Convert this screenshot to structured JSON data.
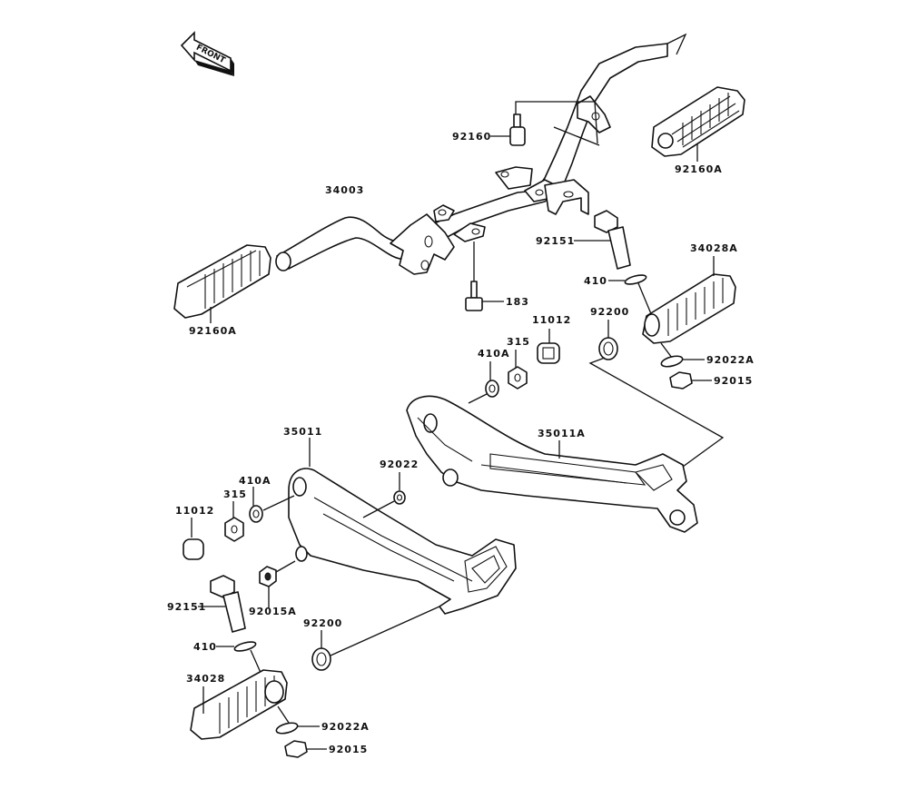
{
  "diagram": {
    "type": "exploded parts diagram",
    "subject": "Footrests",
    "orientation_badge": "FRONT"
  },
  "parts": [
    {
      "id": "92160",
      "name": "stopper-bolt"
    },
    {
      "id": "92160A",
      "name": "footpeg-rubber-front-right"
    },
    {
      "id": "34003",
      "name": "footrest-bracket-front"
    },
    {
      "id": "92160A",
      "name": "footpeg-rubber-front-left"
    },
    {
      "id": "183",
      "name": "bolt"
    },
    {
      "id": "92151",
      "name": "bolt-right"
    },
    {
      "id": "410",
      "name": "washer-right"
    },
    {
      "id": "34028A",
      "name": "footpeg-rear-right"
    },
    {
      "id": "92200",
      "name": "washer-large-right"
    },
    {
      "id": "11012",
      "name": "cap-right"
    },
    {
      "id": "315",
      "name": "nut-right"
    },
    {
      "id": "410A",
      "name": "washer-a-right"
    },
    {
      "id": "92022A",
      "name": "washer-pin-right"
    },
    {
      "id": "92015",
      "name": "nut-pin-right"
    },
    {
      "id": "35011A",
      "name": "bracket-rear-right"
    },
    {
      "id": "35011",
      "name": "bracket-rear-left"
    },
    {
      "id": "92022",
      "name": "washer-left"
    },
    {
      "id": "410A",
      "name": "washer-a-left"
    },
    {
      "id": "315",
      "name": "nut-left"
    },
    {
      "id": "11012",
      "name": "cap-left"
    },
    {
      "id": "92015A",
      "name": "nut-a-left"
    },
    {
      "id": "92151",
      "name": "bolt-left"
    },
    {
      "id": "92200",
      "name": "washer-large-left"
    },
    {
      "id": "410",
      "name": "washer-left-pin"
    },
    {
      "id": "34028",
      "name": "footpeg-rear-left"
    },
    {
      "id": "92022A",
      "name": "washer-pin-left"
    },
    {
      "id": "92015",
      "name": "nut-pin-left"
    }
  ]
}
